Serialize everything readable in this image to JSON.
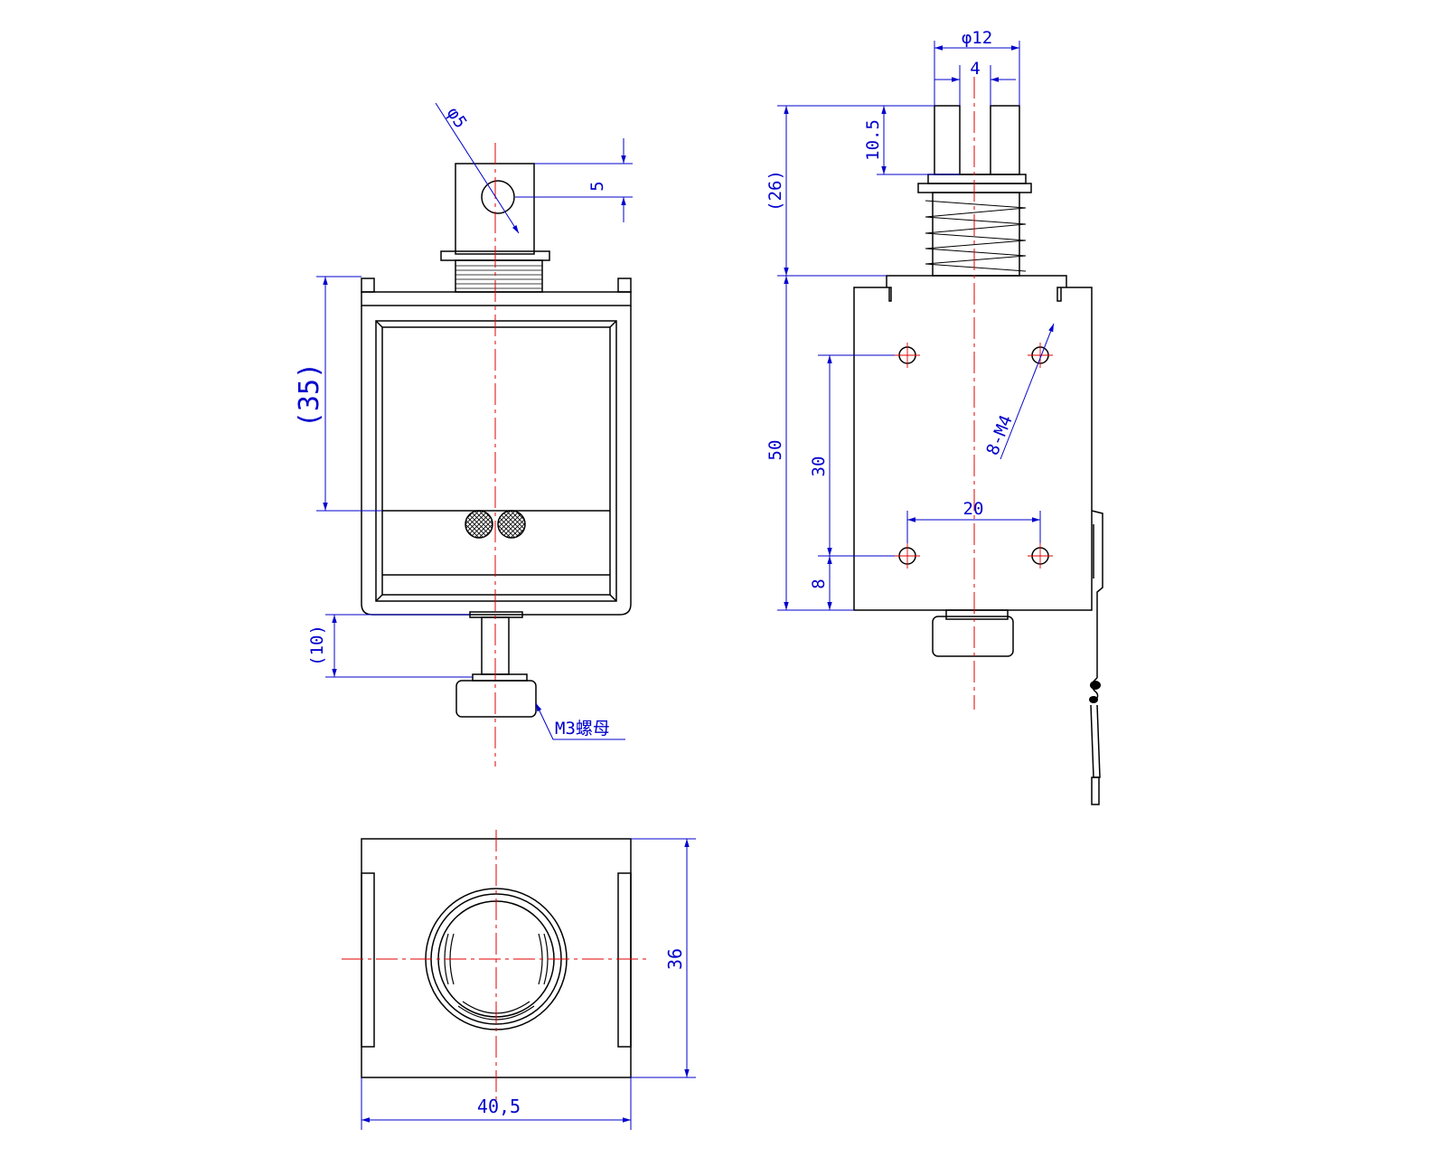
{
  "colors": {
    "outline": "#000000",
    "dimension": "#0000cc",
    "centerline": "#e00000",
    "background": "#ffffff"
  },
  "front_view": {
    "hole_dia_label": "φ5",
    "hole_offset_label": "5",
    "body_height_label": "(35)",
    "stroke_label": "(10)",
    "nut_label": "M3螺母"
  },
  "side_view": {
    "plunger_dia_label": "φ12",
    "slot_width_label": "4",
    "slot_depth_label": "10.5",
    "plunger_length_label": "(26)",
    "body_height_label": "50",
    "hole_vertical_spacing_label": "30",
    "hole_bottom_offset_label": "8",
    "hole_horizontal_spacing_label": "20",
    "mount_thread_label": "8-M4"
  },
  "bottom_view": {
    "height_label": "36",
    "width_label": "40,5"
  }
}
